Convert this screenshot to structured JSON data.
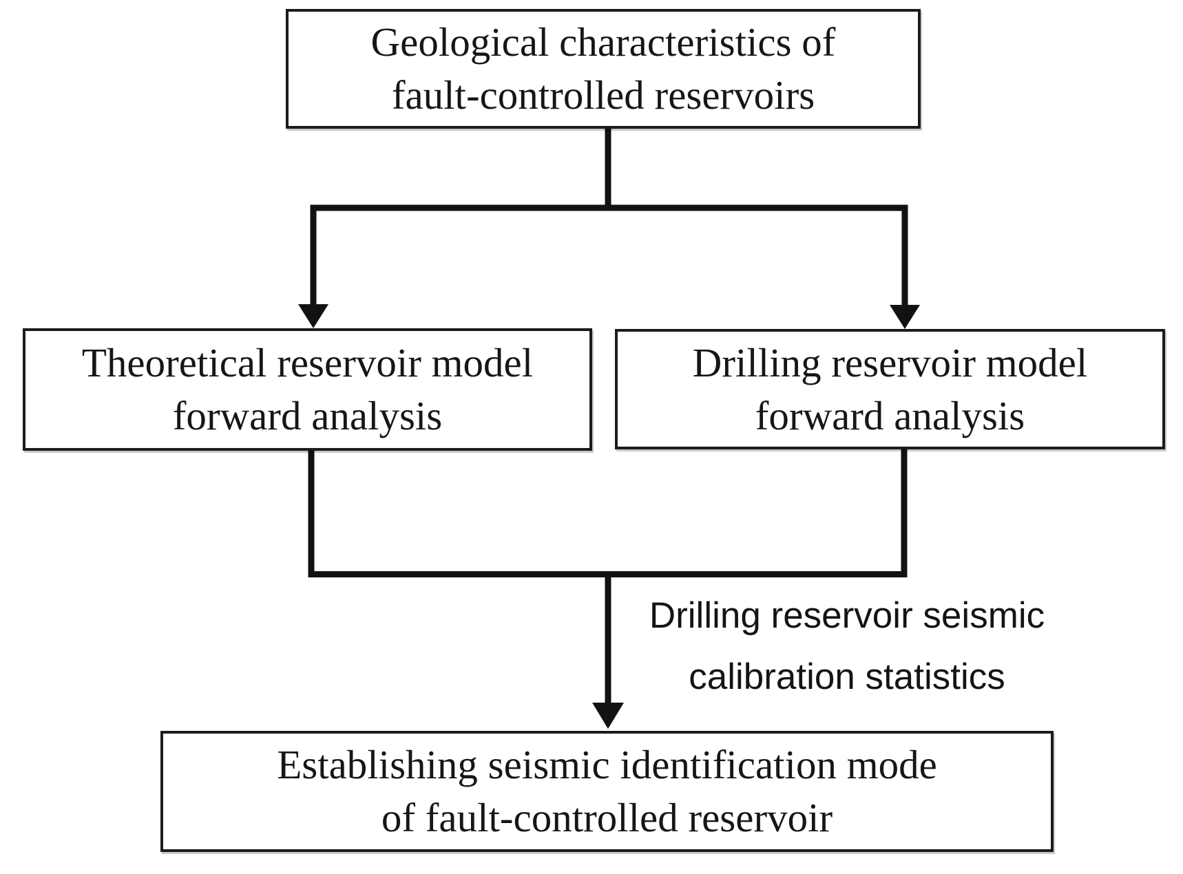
{
  "flowchart": {
    "nodes": {
      "geological": {
        "lines": [
          "Geological characteristics of",
          "fault-controlled reservoirs"
        ]
      },
      "theoretical": {
        "lines": [
          "Theoretical reservoir model",
          "forward analysis"
        ]
      },
      "drilling": {
        "lines": [
          "Drilling reservoir model",
          "forward analysis"
        ]
      },
      "establishing": {
        "lines": [
          "Establishing seismic identification mode",
          "of fault-controlled reservoir"
        ]
      }
    },
    "edge_label": {
      "lines": [
        "Drilling reservoir seismic",
        "calibration statistics"
      ]
    },
    "colors": {
      "line": "#121212",
      "box_border": "#1c1c1c",
      "text": "#161616",
      "background": "#ffffff"
    }
  }
}
